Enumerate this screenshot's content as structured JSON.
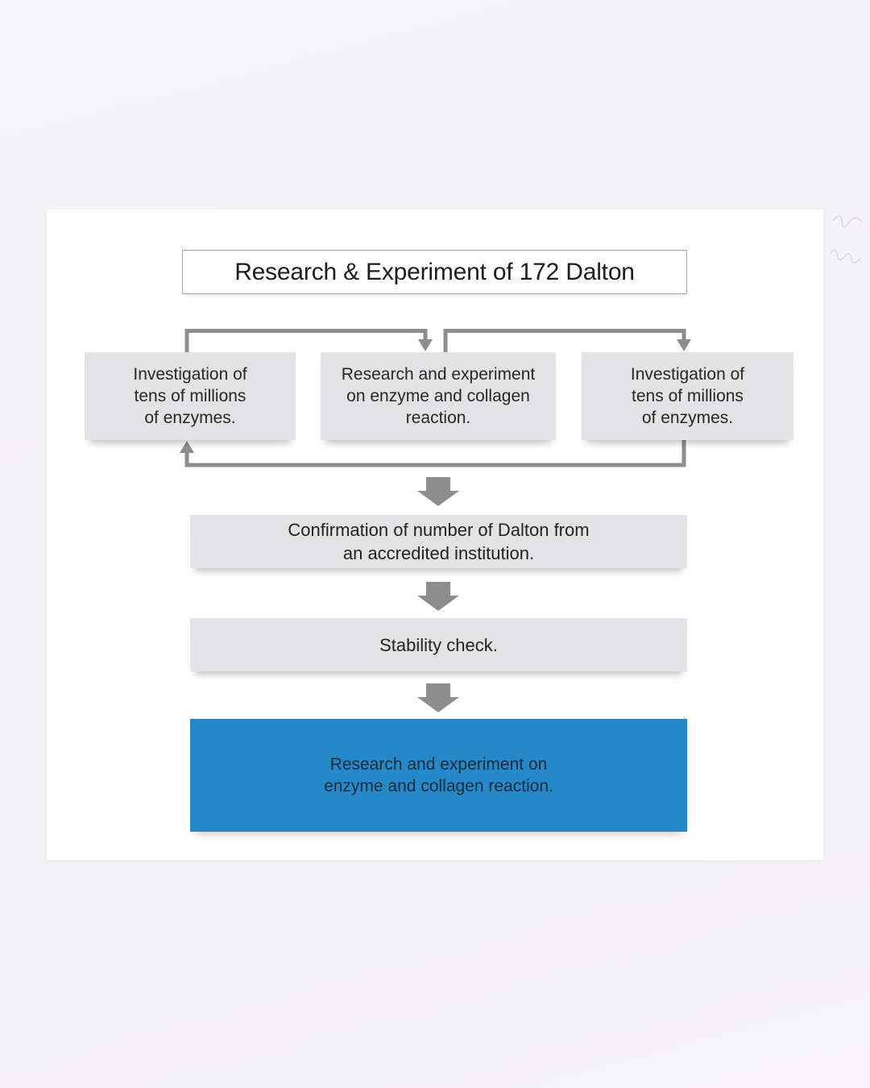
{
  "colors": {
    "page_bg": "#f5f4f6",
    "card_bg": "#ffffff",
    "box_bg": "#e3e3e5",
    "highlight_blue": "#2589c9",
    "connector": "#8d8d8d",
    "title_border": "#a9a9a9"
  },
  "title": {
    "text": "Research & Experiment of 172 Dalton"
  },
  "flow": {
    "top_row": [
      {
        "text": "Investigation of\ntens of millions\nof enzymes."
      },
      {
        "text": "Research and experiment\non enzyme and collagen\nreaction."
      },
      {
        "text": "Investigation of\ntens of millions\nof enzymes."
      }
    ],
    "steps": [
      {
        "text": "Confirmation of number of Dalton from\nan accredited institution."
      },
      {
        "text": "Stability check."
      },
      {
        "text": "Research and experiment on\nenzyme and collagen reaction.",
        "highlighted": true
      }
    ]
  },
  "icons": {
    "connector_arrows": [
      "arrow-down-icon",
      "arrow-down-icon",
      "arrow-up-icon"
    ],
    "block_arrows": [
      "block-arrow-down-icon",
      "block-arrow-down-icon",
      "block-arrow-down-icon"
    ]
  }
}
